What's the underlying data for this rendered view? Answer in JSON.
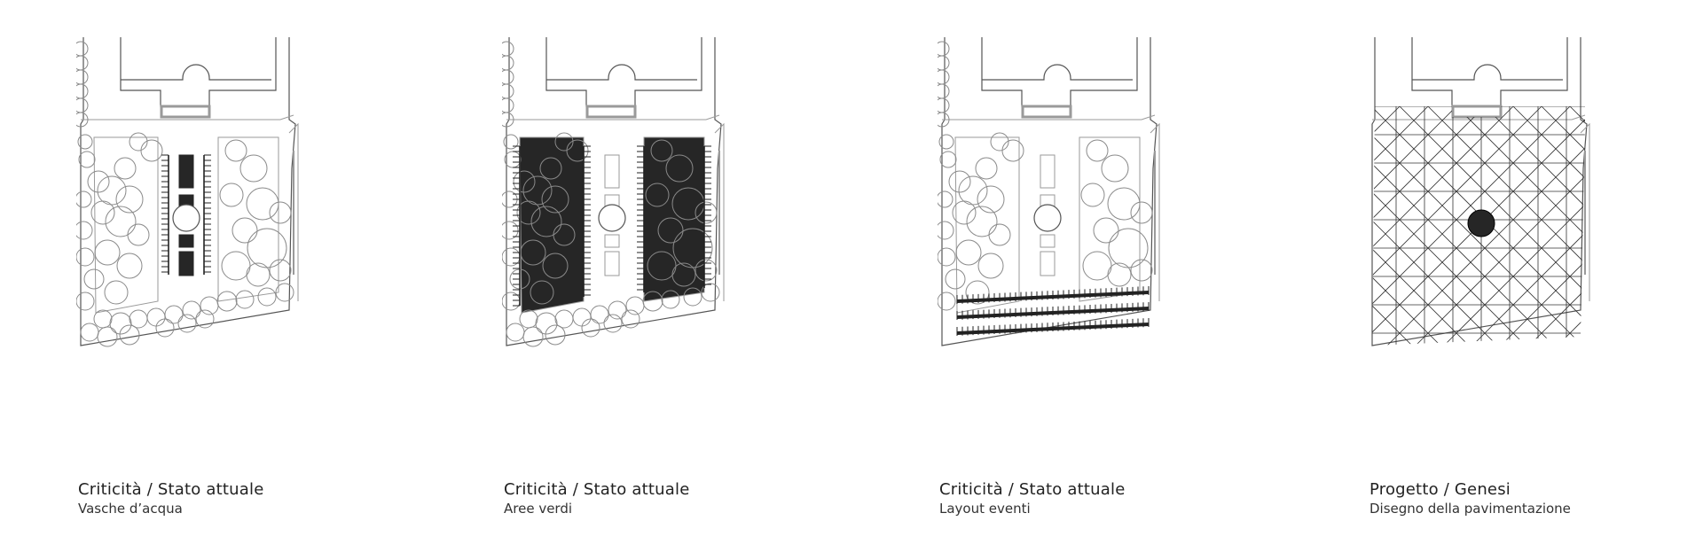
{
  "panels": [
    {
      "key": "water",
      "title": "Criticità / Stato attuale",
      "subtitle": "Vasche d’acqua"
    },
    {
      "key": "green",
      "title": "Criticità / Stato attuale",
      "subtitle": "Aree verdi"
    },
    {
      "key": "events",
      "title": "Criticità / Stato attuale",
      "subtitle": "Layout eventi"
    },
    {
      "key": "paving",
      "title": "Progetto / Genesi",
      "subtitle": "Disegno della pavimentazione"
    }
  ],
  "colors": {
    "line": "#555555",
    "light": "#9a9a9a",
    "fill": "#262626",
    "trees": "#8a8a8a"
  }
}
